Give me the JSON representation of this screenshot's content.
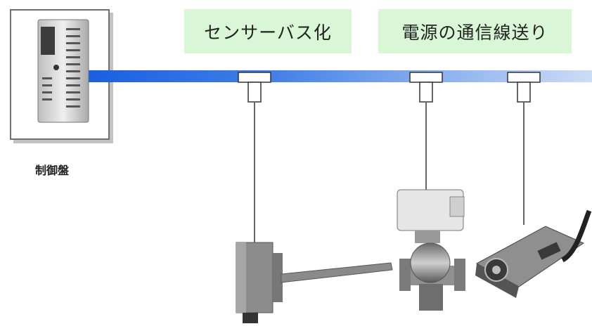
{
  "labels": {
    "sensor_bus": "センサーバス化",
    "power_over_comm": "電源の通信線送り",
    "control_panel": "制御盤"
  },
  "colors": {
    "bus_dark": "#1a5fe0",
    "bus_light": "#c9daf5",
    "label_bg": "#d9f7d6"
  }
}
